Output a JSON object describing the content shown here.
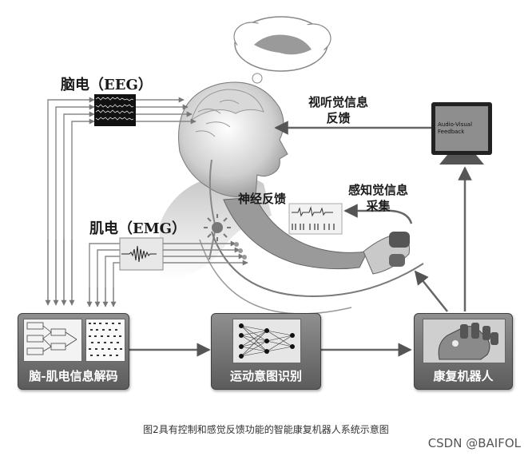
{
  "labels": {
    "eeg": "脑电（EEG）",
    "emg": "肌电（EMG）",
    "av_feedback": [
      "视听觉信息",
      "反馈"
    ],
    "sensory": [
      "感知觉信息",
      "采集"
    ],
    "neural_feedback": "神经反馈"
  },
  "monitor_text": [
    "Audio-Visual",
    "Feedback"
  ],
  "boxes": {
    "decode": "脑-肌电信息解码",
    "motion": "运动意图识别",
    "robot": "康复机器人"
  },
  "caption": "图2具有控制和感觉反馈功能的智能康复机器人系统示意图",
  "watermark": "CSDN @BAIFOL"
}
